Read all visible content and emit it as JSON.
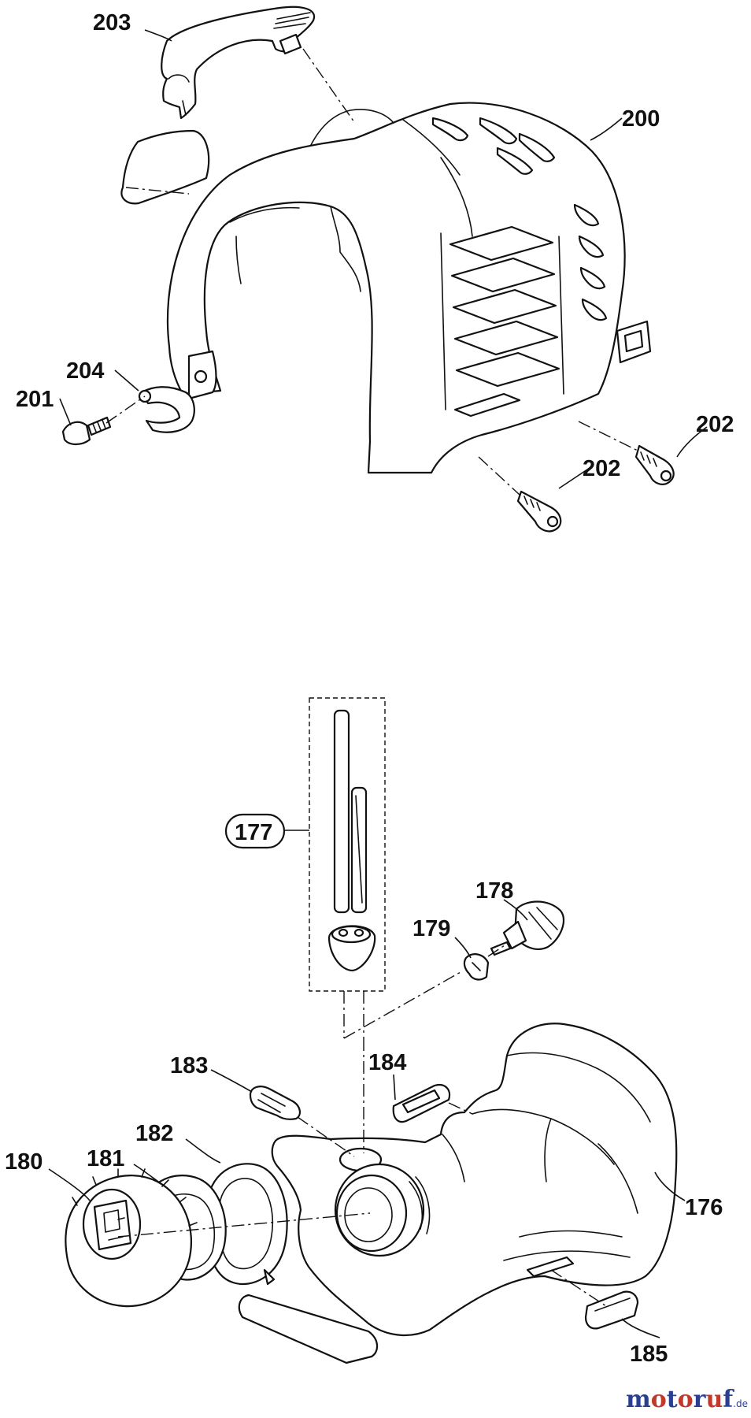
{
  "parts": {
    "p200": "200",
    "p201": "201",
    "p202a": "202",
    "p202b": "202",
    "p203": "203",
    "p204": "204",
    "p176": "176",
    "p177": "177",
    "p178": "178",
    "p179": "179",
    "p180": "180",
    "p181": "181",
    "p182": "182",
    "p183": "183",
    "p184": "184",
    "p185": "185"
  },
  "watermark": {
    "text": "motoruf",
    "suffix": ".de",
    "colors": [
      "#2a3f8f",
      "#c0392b",
      "#2a3f8f",
      "#c0392b",
      "#2a3f8f",
      "#c0392b",
      "#2a3f8f"
    ]
  }
}
